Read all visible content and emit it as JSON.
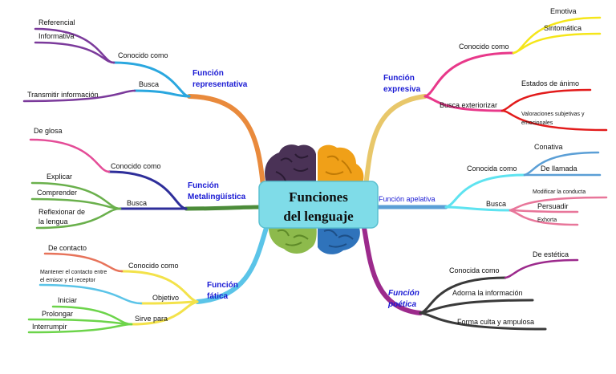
{
  "center": {
    "line1": "Funciones",
    "line2": "del lenguaje"
  },
  "colors": {
    "representativa": "#e98a3c",
    "metalinguistica": "#2e2e9a",
    "fatica": "#5bc4e8",
    "expresiva": "#e8c76a",
    "apelativa": "#5b9fd6",
    "poetica": "#9c2a8c",
    "center_box": "#7fdce8"
  },
  "representativa": {
    "title1": "Función",
    "title2": "representativa",
    "conocido": "Conocido como",
    "busca": "Busca",
    "referencial": "Referencial",
    "informativa": "Informativa",
    "transmitir": "Transmitir información"
  },
  "metalinguistica": {
    "title1": "Función",
    "title2": "Metalingüística",
    "conocido": "Conocido como",
    "busca": "Busca",
    "glosa": "De glosa",
    "explicar": "Explicar",
    "comprender": "Comprender",
    "reflexionar1": "Reflexionar de",
    "reflexionar2": "la lengua"
  },
  "fatica": {
    "title1": "Función",
    "title2": "fática",
    "conocido": "Conocido como",
    "objetivo": "Objetivo",
    "sirve": "Sirve para",
    "contacto": "De contacto",
    "mantener1": "Mantener el contacto entre",
    "mantener2": "el emisor y el receptor",
    "iniciar": "Iniciar",
    "prolongar": "Prolongar",
    "interrumpir": "Interrumpir"
  },
  "expresiva": {
    "title1": "Función",
    "title2": "expresiva",
    "conocido": "Conocido como",
    "busca": "Busca exteriorizar",
    "emotiva": "Emotiva",
    "sintomatica": "Sintomática",
    "estados": "Estados de ánimo",
    "valoraciones1": "Valoraciones subjetivas y",
    "valoraciones2": "emocionales"
  },
  "apelativa": {
    "title": "Función apelativa",
    "conocida": "Conocida como",
    "busca": "Busca",
    "conativa": "Conativa",
    "llamada": "De llamada",
    "modificar": "Modificar la conducta",
    "persuadir": "Persuadir",
    "exhorta": "Exhorta"
  },
  "poetica": {
    "title1": "Función",
    "title2": "poética",
    "conocida": "Conocida como",
    "estetica": "De estética",
    "adorna": "Adorna la información",
    "forma": "Forma culta y ampulosa"
  }
}
